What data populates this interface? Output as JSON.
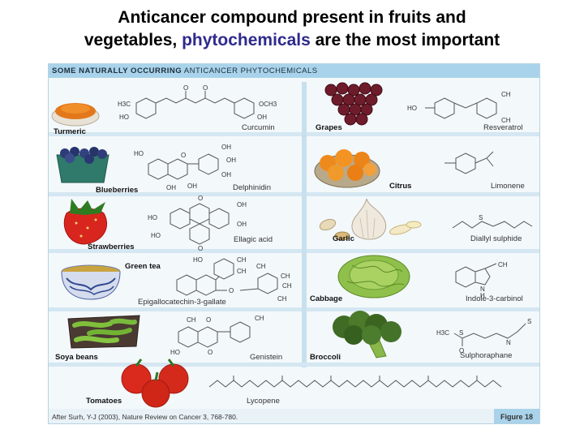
{
  "slide": {
    "title_line1": "Anticancer compound present in fruits and",
    "title_line2_prefix": "vegetables, ",
    "title_line2_highlight": "phytochemicals",
    "title_line2_suffix": " are the most important"
  },
  "figure": {
    "header_bold": "SOME NATURALLY OCCURRING",
    "header_rest": " ANTICANCER PHYTOCHEMICALS",
    "citation": "After Surh, Y-J (2003), Nature Review on Cancer 3, 768-780.",
    "figure_number": "Figure 18",
    "colors": {
      "header": "#a9d3ea",
      "highlight": "#2e2a8c"
    },
    "left_column": [
      {
        "food": "Turmeric",
        "compound": "Curcumin",
        "icon": "turmeric-bowl-icon"
      },
      {
        "food": "Blueberries",
        "compound": "Delphinidin",
        "icon": "blueberry-basket-icon"
      },
      {
        "food": "Strawberries",
        "compound": "Ellagic acid",
        "icon": "strawberry-icon"
      },
      {
        "food": "Green tea",
        "compound": "Epigallocatechin-3-gallate",
        "icon": "tea-cup-icon"
      },
      {
        "food": "Soya beans",
        "compound": "Genistein",
        "icon": "soybean-dish-icon"
      },
      {
        "food": "Tomatoes",
        "compound": "Lycopene",
        "icon": "tomato-icon"
      }
    ],
    "right_column": [
      {
        "food": "Grapes",
        "compound": "Resveratrol",
        "icon": "grapes-icon"
      },
      {
        "food": "Citrus",
        "compound": "Limonene",
        "icon": "citrus-bowl-icon"
      },
      {
        "food": "Garlic",
        "compound": "Diallyl sulphide",
        "icon": "garlic-icon"
      },
      {
        "food": "Cabbage",
        "compound": "Indole-3-carbinol",
        "icon": "cabbage-icon"
      },
      {
        "food": "Broccoli",
        "compound": "Sulphoraphane",
        "icon": "broccoli-icon"
      }
    ],
    "atoms": {
      "oh": "OH",
      "ho": "HO",
      "ch": "CH",
      "o": "O",
      "s": "S",
      "n": "N",
      "h": "H",
      "h3c": "H3C",
      "och3": "OCH3"
    }
  }
}
